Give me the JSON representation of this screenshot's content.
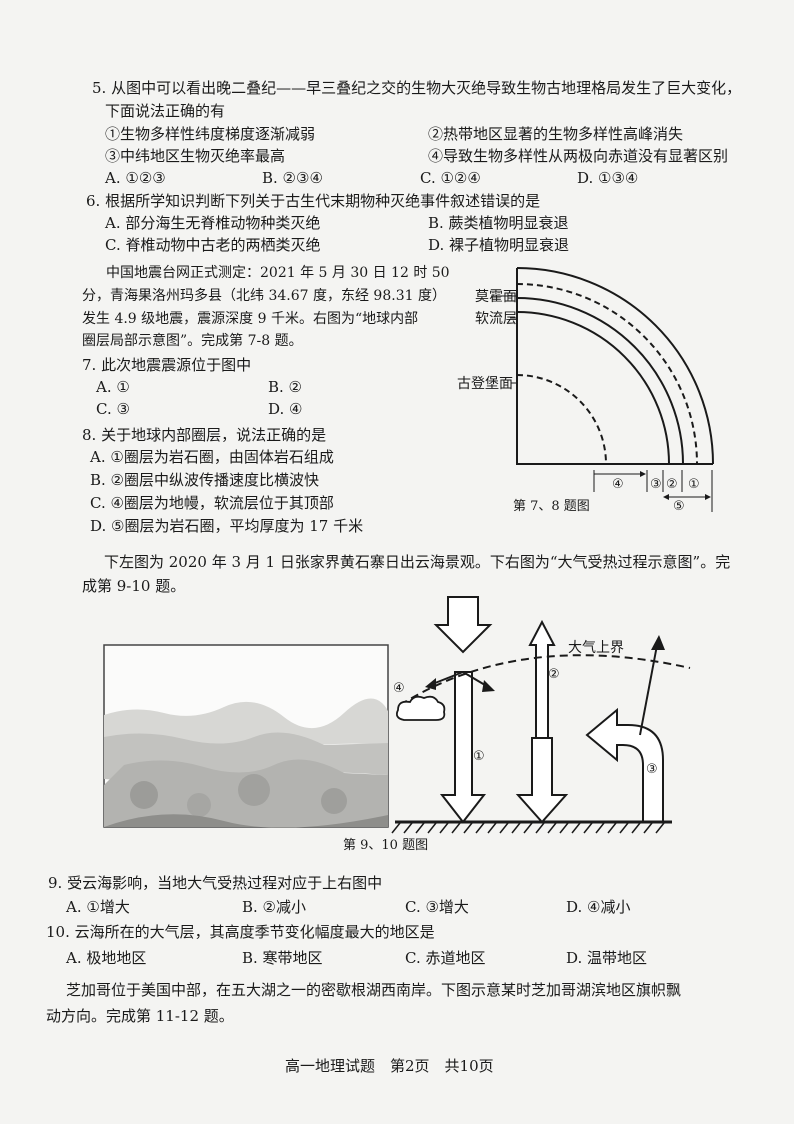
{
  "q5": {
    "stem1": "5. 从图中可以看出晚二叠纪——早三叠纪之交的生物大灭绝导致生物古地理格局发生了巨大变化，",
    "stem2": "下面说法正确的有",
    "s1": "①生物多样性纬度梯度逐渐减弱",
    "s2": "②热带地区显著的生物多样性高峰消失",
    "s3": "③中纬地区生物灭绝率最高",
    "s4": "④导致生物多样性从两极向赤道没有显著区别",
    "a": "A. ①②③",
    "b": "B. ②③④",
    "c": "C. ①②④",
    "d": "D. ①③④"
  },
  "q6": {
    "stem": "6. 根据所学知识判断下列关于古生代末期物种灭绝事件叙述错误的是",
    "a": "A. 部分海生无脊椎动物种类灭绝",
    "b": "B. 蕨类植物明显衰退",
    "c": "C. 脊椎动物中古老的两栖类灭绝",
    "d": "D. 裸子植物明显衰退"
  },
  "intro78": {
    "l1": "中国地震台网正式测定：2021 年 5 月 30 日 12 时 50",
    "l2": "分，青海果洛州玛多县（北纬 34.67 度，东经 98.31 度）",
    "l3": "发生 4.9 级地震，震源深度 9 千米。右图为“地球内部",
    "l4": "圈层局部示意图”。完成第 7-8 题。"
  },
  "q7": {
    "stem": "7. 此次地震震源位于图中",
    "a": "A. ①",
    "b": "B. ②",
    "c": "C. ③",
    "d": "D. ④"
  },
  "q8": {
    "stem": "8. 关于地球内部圈层，说法正确的是",
    "a": "A. ①圈层为岩石圈，由固体岩石组成",
    "b": "B. ②圈层中纵波传播速度比横波快",
    "c": "C. ④圈层为地幔，软流层位于其顶部",
    "d": "D. ⑤圈层为岩石圈，平均厚度为 17 千米"
  },
  "fig78": {
    "moho": "莫霍面",
    "asthenosphere": "软流层",
    "gutenberg": "古登堡面",
    "n1": "①",
    "n2": "②",
    "n3": "③",
    "n4": "④",
    "n5": "⑤",
    "caption": "第 7、8 题图"
  },
  "intro910": {
    "l1": "下左图为 2020 年 3 月 1 日张家界黄石寨日出云海景观。下右图为“大气受热过程示意图”。完",
    "l2": "成第 9-10 题。"
  },
  "fig910": {
    "upper": "大气上界",
    "n1": "①",
    "n2": "②",
    "n3": "③",
    "n4": "④",
    "caption": "第 9、10 题图"
  },
  "q9": {
    "stem": "9. 受云海影响，当地大气受热过程对应于上右图中",
    "a": "A. ①增大",
    "b": "B. ②减小",
    "c": "C. ③增大",
    "d": "D. ④减小"
  },
  "q10": {
    "stem": "10. 云海所在的大气层，其高度季节变化幅度最大的地区是",
    "a": "A. 极地地区",
    "b": "B. 寒带地区",
    "c": "C. 赤道地区",
    "d": "D. 温带地区"
  },
  "intro1112": {
    "l1": "芝加哥位于美国中部，在五大湖之一的密歇根湖西南岸。下图示意某时芝加哥湖滨地区旗帜飘",
    "l2": "动方向。完成第 11-12 题。"
  },
  "footer": "高一地理试题　第2页　共10页"
}
